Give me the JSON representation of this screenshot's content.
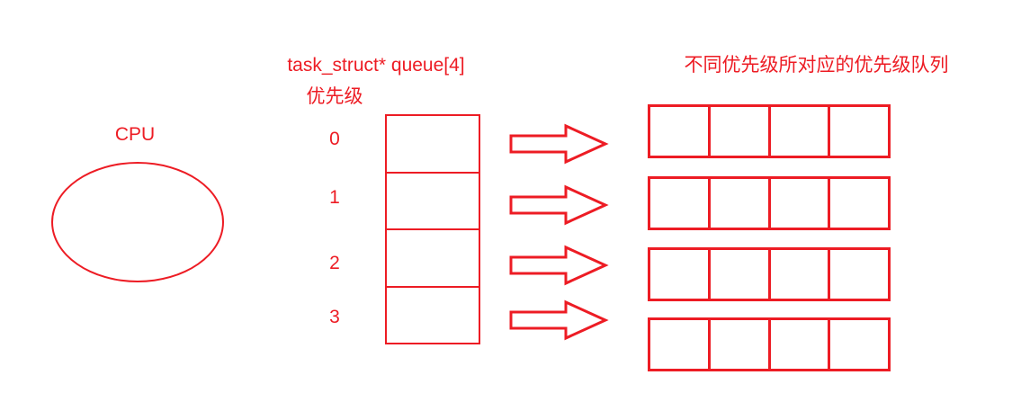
{
  "diagram": {
    "background_color": "#ffffff",
    "stroke_color": "#ED1C24",
    "text_color": "#ED1C24",
    "cpu": {
      "label": "CPU",
      "shape": "ellipse"
    },
    "queue_array": {
      "title": "task_struct* queue[4]",
      "subtitle": "优先级",
      "cell_count": 4,
      "index_labels": [
        "0",
        "1",
        "2",
        "3"
      ],
      "cells": [
        "",
        "",
        "",
        ""
      ]
    },
    "arrows": {
      "count": 4,
      "direction": "right",
      "style": "hollow-block-arrow"
    },
    "priority_queues": {
      "title": "不同优先级所对应的优先级队列",
      "row_count": 4,
      "cells_per_row": 4,
      "rows": [
        {
          "cells": [
            "",
            "",
            "",
            ""
          ]
        },
        {
          "cells": [
            "",
            "",
            "",
            ""
          ]
        },
        {
          "cells": [
            "",
            "",
            "",
            ""
          ]
        },
        {
          "cells": [
            "",
            "",
            "",
            ""
          ]
        }
      ]
    }
  }
}
